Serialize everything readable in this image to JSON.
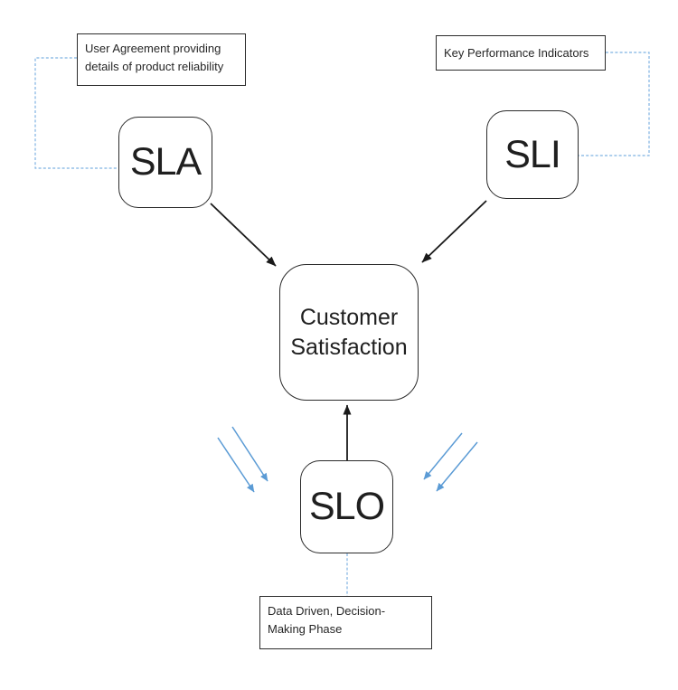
{
  "diagram": {
    "nodes": {
      "sla": {
        "label": "SLA"
      },
      "sli": {
        "label": "SLI"
      },
      "slo": {
        "label": "SLO"
      },
      "customer_satisfaction": {
        "lines": [
          "Customer",
          "Satisfaction"
        ]
      }
    },
    "annotations": {
      "sla_note": {
        "lines": [
          "User Agreement providing",
          "details of product reliability"
        ]
      },
      "sli_note": {
        "lines": [
          "Key Performance Indicators"
        ]
      },
      "slo_note": {
        "lines": [
          "Data Driven, Decision-",
          "Making Phase"
        ]
      }
    },
    "colors": {
      "background": "#ffffff",
      "node_border": "#2b2b2b",
      "text": "#262626",
      "arrow_black": "#1a1a1a",
      "arrow_blue": "#5B9BD5",
      "dashed_blue": "#7EB2E2"
    }
  }
}
